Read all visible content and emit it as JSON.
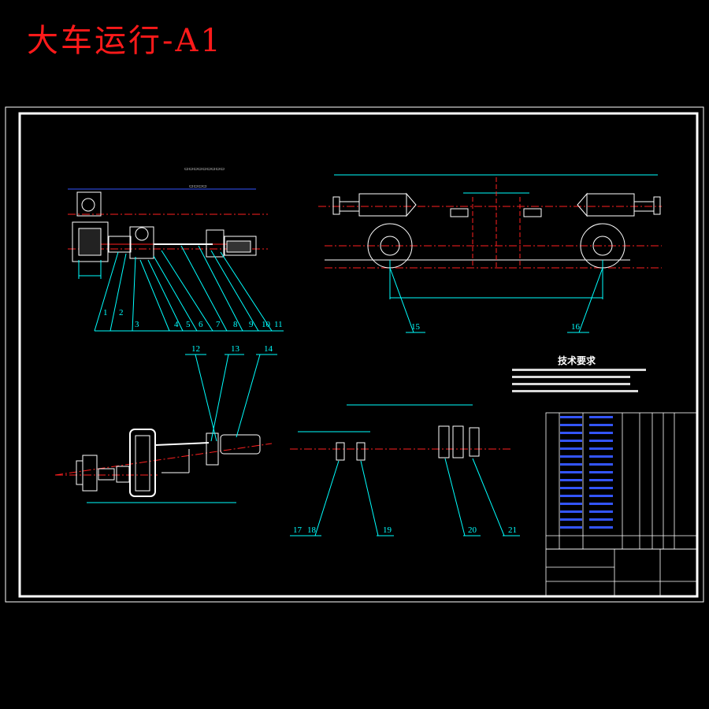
{
  "title": "大车运行-A1",
  "technical_requirements": {
    "heading": "技术要求"
  },
  "part_callouts_left": [
    "1",
    "2",
    "3",
    "4",
    "5",
    "6",
    "7",
    "8",
    "9",
    "10",
    "11"
  ],
  "part_callouts_mid": [
    "12",
    "13",
    "14"
  ],
  "part_callouts_right": [
    "15",
    "16"
  ],
  "part_callouts_bottom": [
    "17",
    "18",
    "19",
    "20",
    "21"
  ],
  "colors": {
    "frame": "#ffffff",
    "title": "#ff1a1a",
    "dimension": "#00ffff",
    "centerline": "#ff2020",
    "dimension_blue": "#3355ff",
    "geometry": "#ffffff"
  }
}
